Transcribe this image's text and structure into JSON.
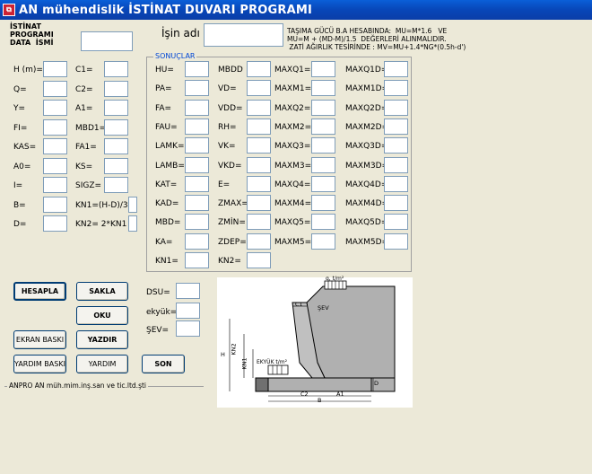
{
  "window": {
    "title": "AN mühendislik  İSTİNAT DUVARI PROGRAMI"
  },
  "header": {
    "data_name_label": "İSTİNAT\nPROGRAMI\nDATA  İSMİ",
    "job_name_label": "İşin adı",
    "note": "TAŞIMA GÜCÜ B.A HESABINDA:  MU=M*1.6   VE\nMU=M + (MD-M)/1.5  DEĞERLERİ ALINMALIDIR.\n ZATİ AĞIRLIK TESİRİNDE : MV=MU+1.4*NG*(0.5h-d')"
  },
  "inputs": {
    "col1": [
      "H (m)=",
      "Q=",
      "Y=",
      "FI=",
      "KAS=",
      "A0=",
      "I=",
      "B=",
      "D="
    ],
    "col2": [
      "C1=",
      "C2=",
      "A1=",
      "MBD1=",
      "FA1=",
      "KS=",
      "SIGZ=",
      "KN1=(H-D)/3",
      "KN2= 2*KN1"
    ]
  },
  "results": {
    "title": "SONUÇLAR",
    "c1": [
      "HU=",
      "PA=",
      "FA=",
      "FAU=",
      "LAMK=",
      "LAMB=",
      "KAT=",
      "KAD=",
      "MBD=",
      "KA=",
      "KN1="
    ],
    "c2": [
      "MBDD",
      "VD=",
      "VDD=",
      "RH=",
      "VK=",
      "VKD=",
      "E=",
      "ZMAX=",
      "ZMİN=",
      "ZDEP=",
      "KN2="
    ],
    "c3": [
      "MAXQ1=",
      "MAXM1=",
      "MAXQ2=",
      "MAXM2=",
      "MAXQ3=",
      "MAXM3=",
      "MAXQ4=",
      "MAXM4=",
      "MAXQ5=",
      "MAXM5="
    ],
    "c4": [
      "MAXQ1D=",
      "MAXM1D=",
      "MAXQ2D=",
      "MAXM2D=",
      "MAXQ3D=",
      "MAXM3D=",
      "MAXQ4D=",
      "MAXM4D=",
      "MAXQ5D=",
      "MAXM5D="
    ]
  },
  "buttons": {
    "hesapla": "HESAPLA",
    "sakla": "SAKLA",
    "oku": "OKU",
    "ekran_baski": "EKRAN BASKI",
    "yazdir": "YAZDIR",
    "yardim_baski": "YARDIM BASKI",
    "yardim": "YARDIM",
    "son": "SON"
  },
  "side_inputs": [
    "DSU=",
    "ekyük=",
    "ŞEV="
  ],
  "status": {
    "text": "ANPRO    AN müh.mim.inş.san ve tic.ltd.şti"
  },
  "diagram": {
    "labels": {
      "load_top": "q, t/m²",
      "c1": "C1",
      "sev": "ŞEV",
      "h": "H",
      "kn2": "KN2",
      "kn1": "KN1",
      "ekyuk": "EKYÜK t/m²",
      "d": "D",
      "c2": "C2",
      "a1": "A1",
      "b": "B"
    }
  }
}
